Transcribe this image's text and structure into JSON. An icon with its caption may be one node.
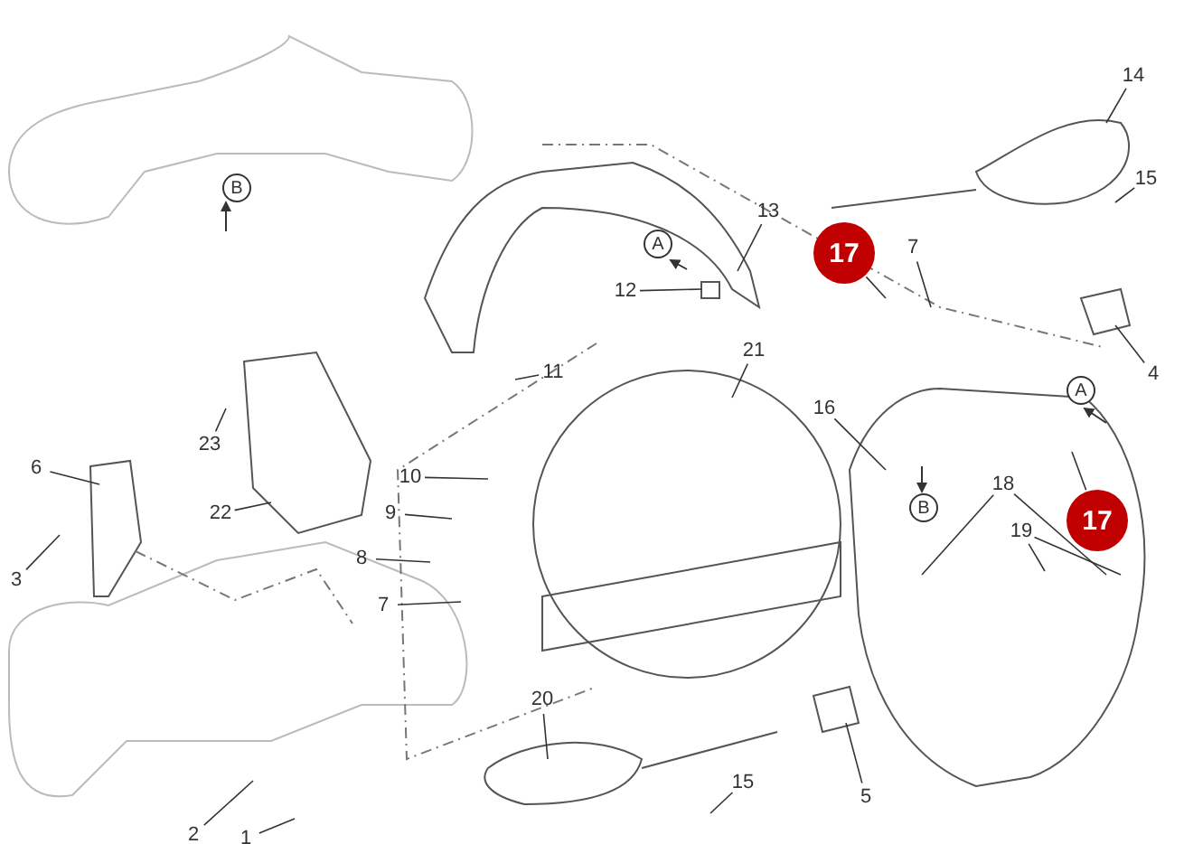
{
  "diagram": {
    "nodes": [
      {
        "text": [
          "14"
        ]
      },
      {
        "text": [
          "15"
        ]
      },
      {
        "text": [
          "13"
        ]
      },
      {
        "text": [
          "7"
        ]
      },
      {
        "text": [
          "17"
        ]
      },
      {
        "text": [
          "12"
        ]
      },
      {
        "text": [
          "21"
        ]
      },
      {
        "text": [
          "11"
        ]
      },
      {
        "text": [
          "4"
        ]
      },
      {
        "text": [
          "16"
        ]
      },
      {
        "text": [
          "23"
        ]
      },
      {
        "text": [
          "6"
        ]
      },
      {
        "text": [
          "10"
        ]
      },
      {
        "text": [
          "18"
        ]
      },
      {
        "text": [
          "22"
        ]
      },
      {
        "text": [
          "9"
        ]
      },
      {
        "text": [
          "17"
        ]
      },
      {
        "text": [
          "19"
        ]
      },
      {
        "text": [
          "8"
        ]
      },
      {
        "text": [
          "3"
        ]
      },
      {
        "text": [
          "7"
        ]
      },
      {
        "text": [
          "20"
        ]
      },
      {
        "text": [
          "15"
        ]
      },
      {
        "text": [
          "5"
        ]
      },
      {
        "text": [
          "2"
        ]
      },
      {
        "text": [
          "1"
        ]
      }
    ],
    "edges": [
      {
        "from": 0,
        "to": null,
        "arrow": "none"
      },
      {
        "from": 1,
        "to": null,
        "arrow": "none"
      },
      {
        "from": 2,
        "to": null,
        "arrow": "none"
      },
      {
        "from": 3,
        "to": null,
        "arrow": "none"
      },
      {
        "from": 4,
        "to": null,
        "arrow": "none"
      },
      {
        "from": 5,
        "to": null,
        "arrow": "none"
      },
      {
        "from": 6,
        "to": null,
        "arrow": "none"
      },
      {
        "from": 7,
        "to": null,
        "arrow": "none"
      },
      {
        "from": 8,
        "to": null,
        "arrow": "none"
      },
      {
        "from": 9,
        "to": null,
        "arrow": "none"
      },
      {
        "from": 10,
        "to": null,
        "arrow": "none"
      },
      {
        "from": 11,
        "to": null,
        "arrow": "none"
      },
      {
        "from": 12,
        "to": null,
        "arrow": "none"
      },
      {
        "from": 13,
        "to": null,
        "arrow": "none"
      },
      {
        "from": 13,
        "to": null,
        "arrow": "none"
      },
      {
        "from": 14,
        "to": null,
        "arrow": "none"
      },
      {
        "from": 15,
        "to": null,
        "arrow": "none"
      },
      {
        "from": 16,
        "to": null,
        "arrow": "none"
      },
      {
        "from": 17,
        "to": null,
        "arrow": "none"
      },
      {
        "from": 17,
        "to": null,
        "arrow": "none"
      },
      {
        "from": 18,
        "to": null,
        "arrow": "none"
      },
      {
        "from": 19,
        "to": null,
        "arrow": "none"
      },
      {
        "from": 20,
        "to": null,
        "arrow": "none"
      },
      {
        "from": 21,
        "to": null,
        "arrow": "none"
      },
      {
        "from": 22,
        "to": null,
        "arrow": "none"
      },
      {
        "from": 23,
        "to": null,
        "arrow": "none"
      },
      {
        "from": 24,
        "to": null,
        "arrow": "none"
      },
      {
        "from": 25,
        "to": null,
        "arrow": "none"
      }
    ],
    "labels": [
      "B",
      "A",
      "A",
      "B"
    ]
  }
}
